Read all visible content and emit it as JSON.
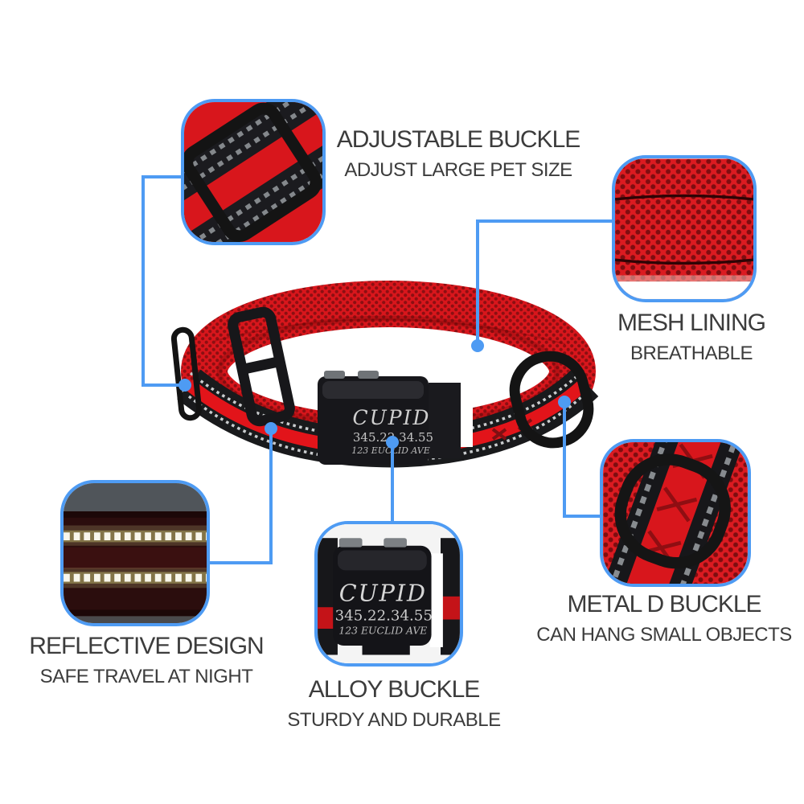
{
  "colors": {
    "accent_blue": "#4e9bf3",
    "text_gray": "#3c3c3c",
    "collar_red": "#d8161c",
    "mesh_dot_red": "#8c0f12",
    "webbing_black": "#17171a",
    "reflective_white": "#f8f6ec"
  },
  "callouts": {
    "adjustable_buckle": {
      "title": "ADJUSTABLE BUCKLE",
      "subtitle": "ADJUST LARGE PET SIZE"
    },
    "mesh_lining": {
      "title": "MESH LINING",
      "subtitle": "BREATHABLE"
    },
    "reflective_design": {
      "title": "REFLECTIVE DESIGN",
      "subtitle": "SAFE TRAVEL AT NIGHT"
    },
    "alloy_buckle": {
      "title": "ALLOY BUCKLE",
      "subtitle": "STURDY AND DURABLE"
    },
    "metal_d_buckle": {
      "title": "METAL D BUCKLE",
      "subtitle": "CAN HANG SMALL OBJECTS"
    }
  },
  "engraving": {
    "name": "CUPID",
    "phone": "345.22.34.55",
    "address": "123 EUCLID AVE"
  }
}
